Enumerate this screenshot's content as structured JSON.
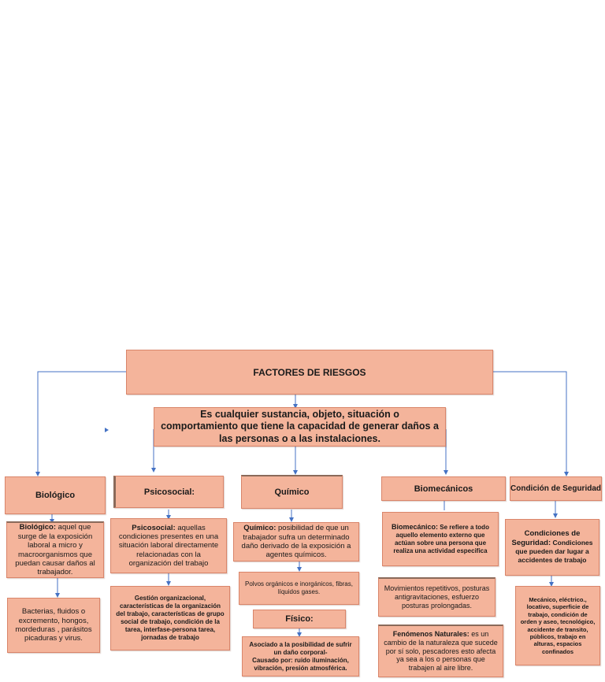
{
  "title": "FACTORES DE RIESGOS",
  "definition": "Es cualquier sustancia, objeto, situación o comportamiento que tiene la capacidad de generar daños a las personas o a las instalaciones.",
  "colors": {
    "box_fill": "#f4b49b",
    "box_border": "#d9856a",
    "connector": "#4472c4"
  },
  "categories": {
    "biologico": {
      "label": "Biológico",
      "desc_term": "Biológico:",
      "desc_text": " aquel que surge de la exposición laboral a micro y macroorganismos que puedan causar daños al trabajador.",
      "examples": "Bacterias, fluidos o excremento, hongos, mordeduras , parásitos picaduras y virus."
    },
    "psicosocial": {
      "label": "Psicosocial:",
      "desc_term": "Psicosocial:",
      "desc_text": " aquellas condiciones presentes en una situación laboral directamente relacionadas con la organización del trabajo",
      "examples": "Gestión organizacional, características de la organización del trabajo, características de grupo social de trabajo, condición de la tarea, interfase-persona tarea, jornadas de trabajo"
    },
    "quimico": {
      "label": "Químico",
      "desc_term": "Químico:",
      "desc_text": " posibilidad de que un trabajador sufra un determinado daño derivado de la exposición a agentes químicos.",
      "examples": "Polvos orgánicos e inorgánicos, fibras, líquidos gases."
    },
    "fisico": {
      "label": "Físico:",
      "desc_line1": "Asociado a la posibilidad de sufrir un daño corporal-",
      "desc_line2": "Causado por: ruido iluminación, vibración, presión atmosférica."
    },
    "biomecanicos": {
      "label": "Biomecánicos",
      "desc_term": "Biomecánico:",
      "desc_text": " Se refiere a todo aquello elemento externo que actúan sobre una persona que realiza una actividad especifica",
      "examples": "Movimientos repetitivos, posturas antigravitaciones, esfuerzo posturas prolongadas."
    },
    "fenomenos": {
      "desc_term": "Fenómenos Naturales:",
      "desc_text": " es un cambio de la naturaleza que sucede por sí solo, pescadores esto afecta ya sea a los o personas que trabajen al aire libre."
    },
    "seguridad": {
      "label": "Condición de Seguridad",
      "desc_term": "Condiciones de Seguridad:",
      "desc_text": " Condiciones que pueden dar lugar a accidentes de trabajo",
      "examples": "Mecánico, eléctrico., locativo, superficie de trabajo, condición de orden y aseo, tecnológico, accidente de transito, públicos, trabajo en alturas, espacios confinados"
    }
  }
}
